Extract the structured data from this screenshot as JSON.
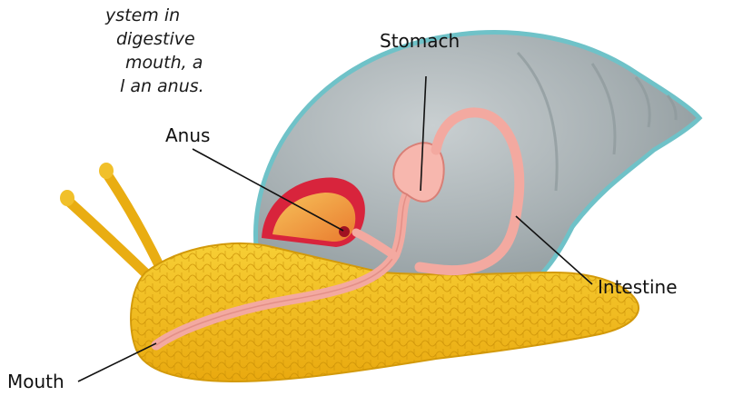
{
  "caption": {
    "lines": [
      "ystem in",
      "digestive",
      "mouth, a",
      "l an anus."
    ]
  },
  "labels": {
    "stomach": "Stomach",
    "anus": "Anus",
    "intestine": "Intestine",
    "mouth": "Mouth"
  },
  "colors": {
    "shell": "#a9b2b5",
    "shell_rim": "#6fc2c8",
    "body": "#f2be1c",
    "body_texture": "#c98f06",
    "gut": "#f3a9a0",
    "cavity": "#d8243c",
    "cavity_inner": "#f2a14a"
  }
}
